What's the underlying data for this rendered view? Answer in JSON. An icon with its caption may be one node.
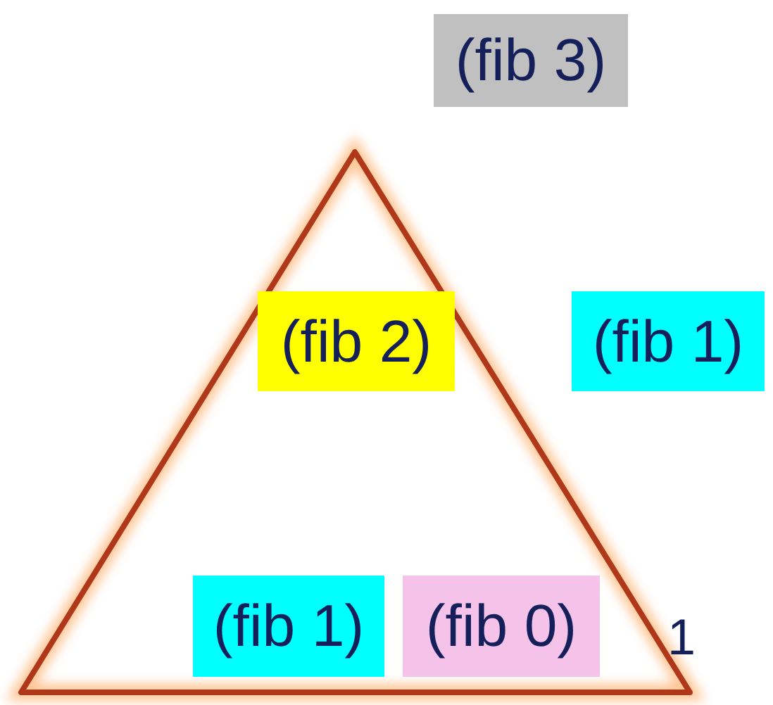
{
  "diagram": {
    "nodes": [
      {
        "text": [
          "(fib 3)"
        ]
      },
      {
        "text": [
          "(fib 2)"
        ]
      },
      {
        "text": [
          "(fib 1)"
        ]
      },
      {
        "text": [
          "(fib 1)"
        ]
      },
      {
        "text": [
          "(fib 0)"
        ]
      }
    ],
    "labels": [
      "1"
    ]
  }
}
